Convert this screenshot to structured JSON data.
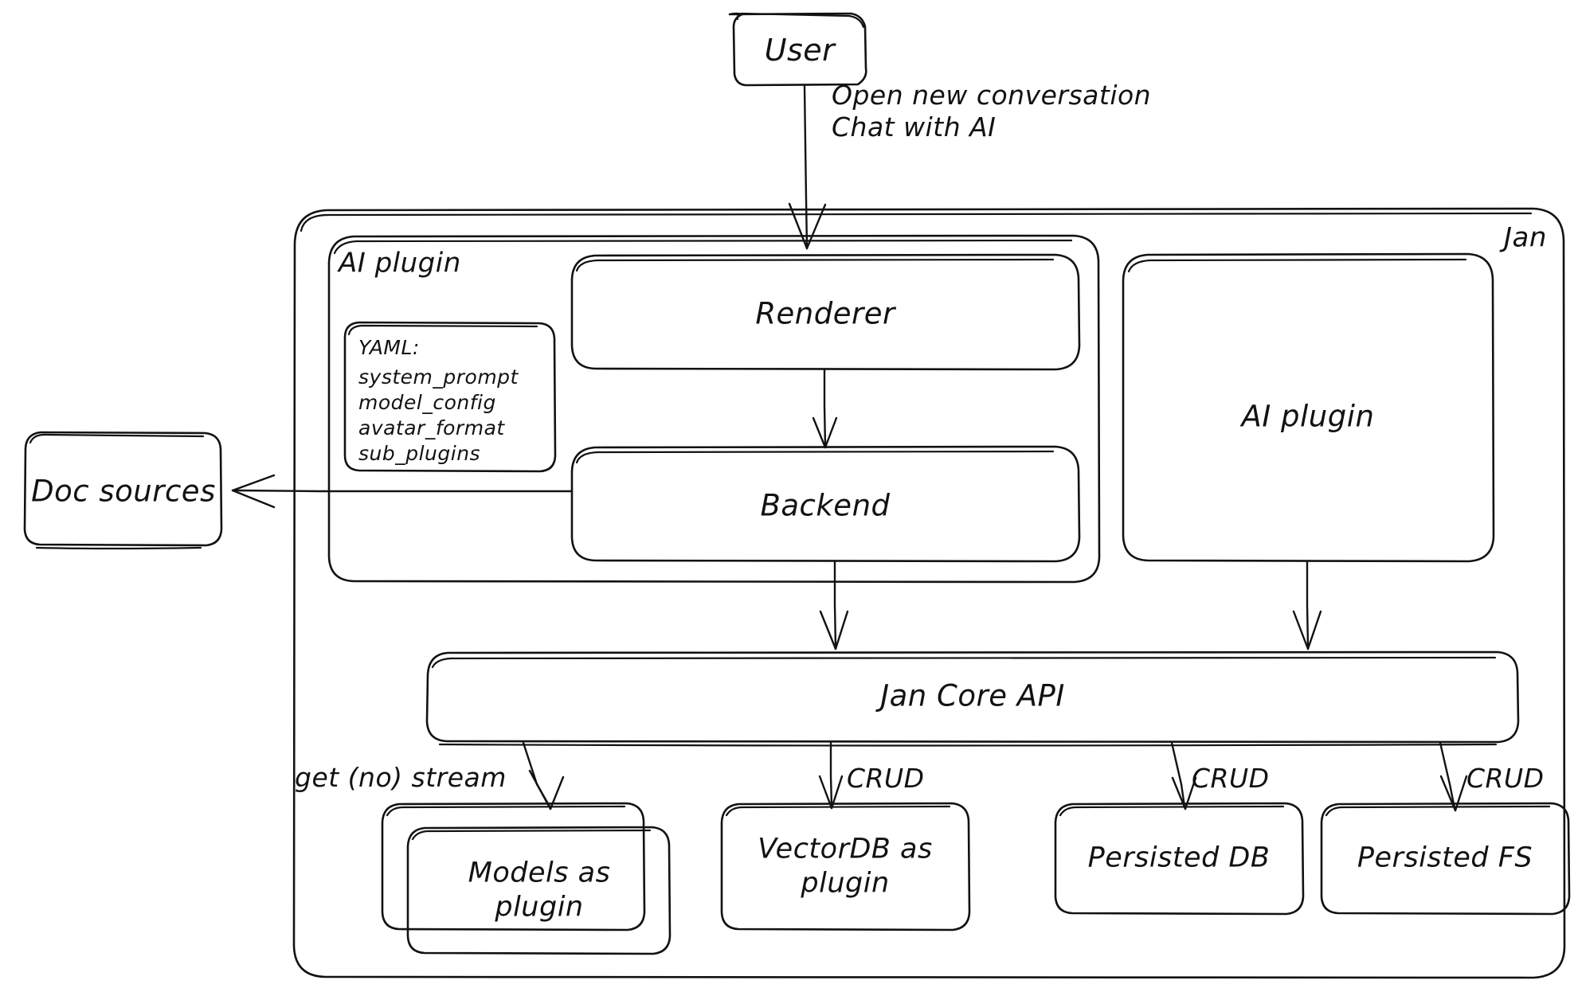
{
  "diagram": {
    "title": "Jan architecture flow",
    "style": "hand-drawn sketch (excalidraw)",
    "stroke_color": "#121212",
    "fill_color": "#ffffff",
    "background": "#ffffff"
  },
  "nodes": {
    "user": {
      "label": "User"
    },
    "jan_container": {
      "label": "Jan"
    },
    "ai_plugin_group": {
      "label": "AI plugin"
    },
    "yaml_note": {
      "head": "YAML:",
      "lines": [
        "system_prompt",
        "model_config",
        "avatar_format",
        "sub_plugins"
      ]
    },
    "renderer": {
      "label": "Renderer"
    },
    "backend": {
      "label": "Backend"
    },
    "ai_plugin_right": {
      "label": "AI plugin"
    },
    "doc_sources": {
      "label": "Doc sources"
    },
    "jan_core_api": {
      "label": "Jan Core API"
    },
    "models_plugin": {
      "label": "Models as\nplugin"
    },
    "vectordb_plugin": {
      "label": "VectorDB as\nplugin"
    },
    "persisted_db": {
      "label": "Persisted DB"
    },
    "persisted_fs": {
      "label": "Persisted FS"
    }
  },
  "edges": {
    "user_to_renderer": {
      "label": "Open new conversation\nChat with AI"
    },
    "renderer_to_backend": {
      "label": ""
    },
    "backend_to_core": {
      "label": ""
    },
    "backend_to_docs": {
      "label": ""
    },
    "aiplugin_to_core": {
      "label": ""
    },
    "core_to_models": {
      "label": "get (no) stream"
    },
    "core_to_vectordb": {
      "label": "CRUD"
    },
    "core_to_persisteddb": {
      "label": "CRUD"
    },
    "core_to_persistedfs": {
      "label": "CRUD"
    }
  }
}
